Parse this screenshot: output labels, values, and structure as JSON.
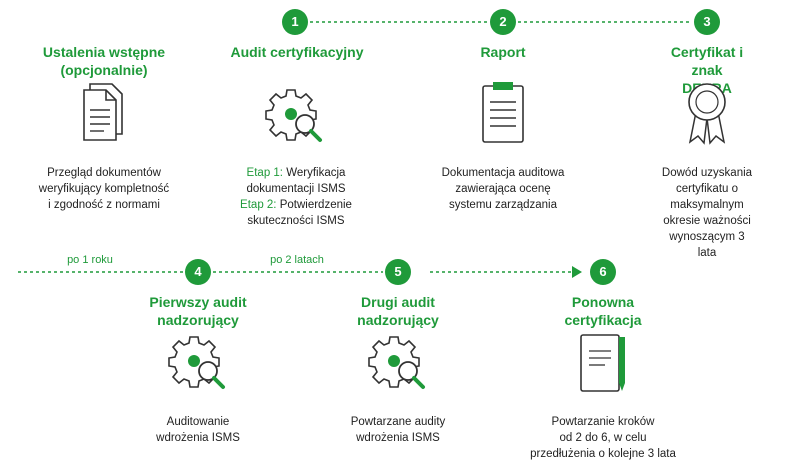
{
  "colors": {
    "accent": "#1f9a3a",
    "text": "#222222"
  },
  "connectors": {
    "label_1": "po 1 roku",
    "label_2": "po 2 latach"
  },
  "steps": [
    {
      "number": "",
      "title": "Ustalenia wstępne\n(opcjonalnie)",
      "icon": "documents-icon",
      "desc": "Przegląd dokumentów\nweryfikujący kompletność\ni zgodność z normami"
    },
    {
      "number": "1",
      "title": "Audit certyfikacyjny",
      "icon": "gear-magnifier-icon",
      "stage1_label": "Etap 1:",
      "stage1_text": " Weryfikacja",
      "stage1_line2": "dokumentacji ISMS",
      "stage2_label": "Etap 2:",
      "stage2_text": " Potwierdzenie",
      "stage2_line2": "skuteczności ISMS"
    },
    {
      "number": "2",
      "title": "Raport",
      "icon": "clipboard-icon",
      "desc": "Dokumentacja auditowa\nzawierająca ocenę\nsystemu zarządzania"
    },
    {
      "number": "3",
      "title": "Certyfikat i znak\nDEKRA",
      "icon": "certificate-icon",
      "desc": "Dowód uzyskania\ncertyfikatu o maksymalnym\nokresie ważności\nwynoszącym 3 lata"
    },
    {
      "number": "4",
      "title": "Pierwszy audit\nnadzorujący",
      "icon": "gear-magnifier-icon",
      "desc": "Auditowanie\nwdrożenia ISMS"
    },
    {
      "number": "5",
      "title": "Drugi audit\nnadzorujący",
      "icon": "gear-magnifier-icon",
      "desc": "Powtarzane audity\nwdrożenia ISMS"
    },
    {
      "number": "6",
      "title": "Ponowna\ncertyfikacja",
      "icon": "notebook-pen-icon",
      "desc": "Powtarzanie kroków\nod 2 do 6, w celu\nprzedłużenia o kolejne 3 lata"
    }
  ]
}
